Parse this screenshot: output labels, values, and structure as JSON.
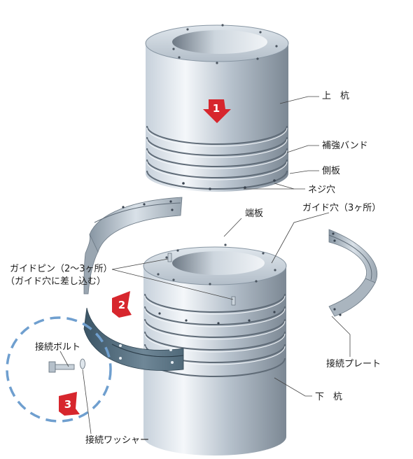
{
  "labels": {
    "upper_pile": "上　杭",
    "reinforcing_band": "補強バンド",
    "side_plate": "側板",
    "screw_hole": "ネジ穴",
    "end_plate": "端板",
    "guide_hole": "ガイド穴（3ヶ所）",
    "guide_pin_line1": "ガイドピン（2〜3ヶ所）",
    "guide_pin_line2": "（ガイド穴に差し込む）",
    "connection_bolt": "接続ボルト",
    "connection_plate": "接続プレート",
    "lower_pile": "下　杭",
    "connection_washer": "接続ワッシャー"
  },
  "steps": [
    "1",
    "2",
    "3"
  ],
  "colors": {
    "step_badge": "#d7262d",
    "dashed_circle": "#6f9fcf",
    "steel_light": "#eef2f6",
    "steel_dark": "#8e9aa6"
  }
}
